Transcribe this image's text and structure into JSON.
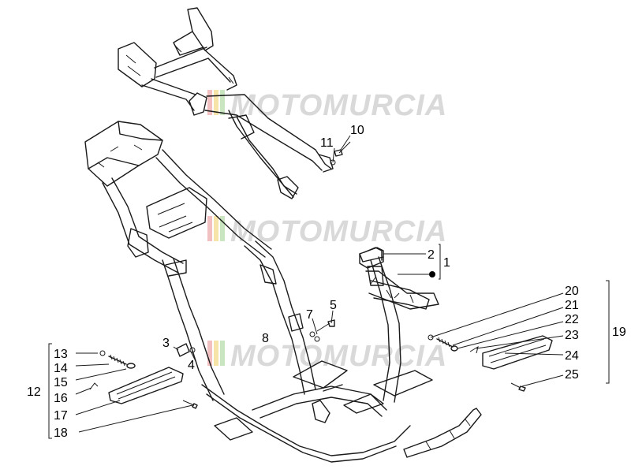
{
  "watermark": {
    "text": "MOTOMURCIA"
  },
  "callouts": {
    "c1": "1",
    "c2": "2",
    "c3": "3",
    "c4": "4",
    "c5": "5",
    "c7": "7",
    "c8": "8",
    "c10": "10",
    "c11": "11",
    "c12": "12",
    "c13": "13",
    "c14": "14",
    "c15": "15",
    "c16": "16",
    "c17": "17",
    "c18": "18",
    "c19": "19",
    "c20": "20",
    "c21": "21",
    "c22": "22",
    "c23": "23",
    "c24": "24",
    "c25": "25"
  }
}
